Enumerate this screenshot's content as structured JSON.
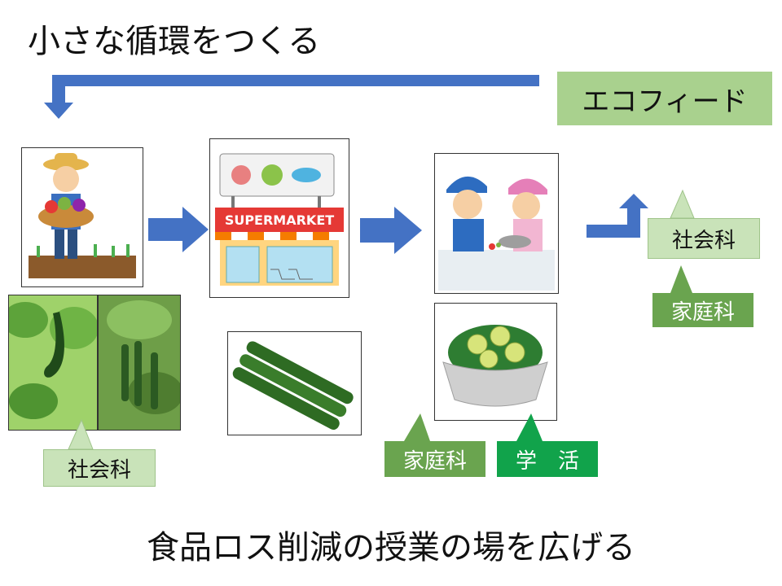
{
  "title": "小さな循環をつくる",
  "subtitle": "食品ロス削減の授業の場を広げる",
  "eco_label": "エコフィード",
  "supermarket_sign": "SUPERMARKET",
  "labels": {
    "social_studies_top": "社会科",
    "home_ec_right": "家庭科",
    "social_studies_bottom": "社会科",
    "home_ec_bottom": "家庭科",
    "school_activity": "学　活"
  },
  "icons": [
    "farmer-illustration",
    "supermarket-illustration",
    "cooking-kids-illustration",
    "cucumber-salad-illustration",
    "cucumber-photo",
    "cucumber-plant-photo"
  ],
  "colors": {
    "arrow": "#4472c4",
    "eco_bg": "#a9d18e",
    "tag_light": "#c9e3b9",
    "tag_green": "#6aa44f",
    "tag_bright": "#11a34b"
  }
}
